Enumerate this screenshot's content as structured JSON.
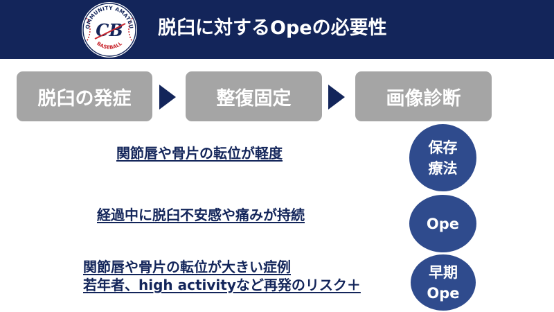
{
  "header": {
    "title": "脱臼に対するOpeの必要性",
    "logo": {
      "icon": "baseball-logo",
      "monogram": "CB",
      "text_top": "COMMUNITY AMATEUR",
      "text_bottom": "BASEBALL"
    }
  },
  "flow": {
    "steps": [
      "脱臼の発症",
      "整復固定",
      "画像診断"
    ]
  },
  "conditions": [
    {
      "lines": [
        "関節唇や骨片の転位が軽度"
      ],
      "result": [
        "保存",
        "療法"
      ]
    },
    {
      "lines": [
        "経過中に脱臼不安感や痛みが持続"
      ],
      "result": [
        "Ope"
      ]
    },
    {
      "lines": [
        "関節唇や骨片の転位が大きい症例",
        "若年者、high activityなど再発のリスク＋"
      ],
      "result": [
        "早期",
        "Ope"
      ]
    }
  ],
  "colors": {
    "navy": "#13255a",
    "circle": "#2f4b8d",
    "step_gray": "#a5a5a5",
    "logo_red": "#c8262d"
  }
}
